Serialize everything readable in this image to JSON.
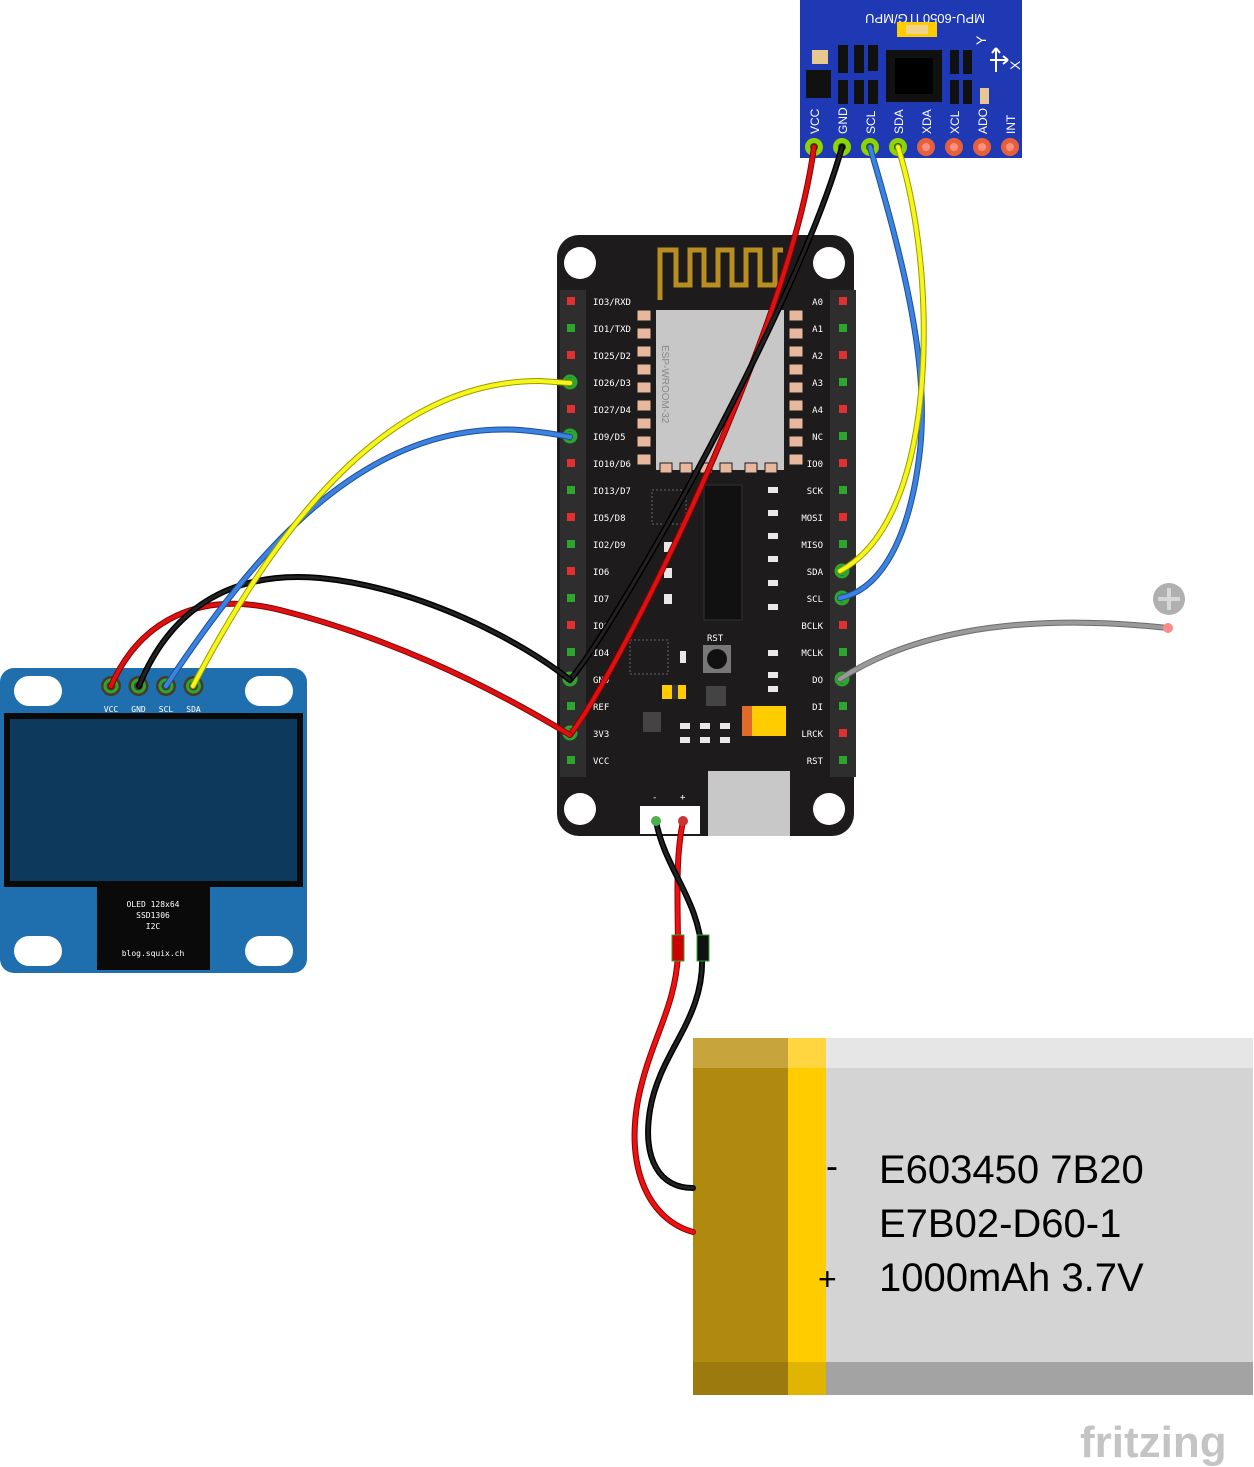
{
  "mpu": {
    "title": "MPU-6050 ITG/MPU",
    "pins": [
      "VCC",
      "GND",
      "SCL",
      "SDA",
      "XDA",
      "XCL",
      "ADO",
      "INT"
    ],
    "axis_y": "Y",
    "axis_x": "X"
  },
  "esp32": {
    "module_label": "ESP-WROOM-32",
    "left_pins": [
      "IO3/RXD",
      "IO1/TXD",
      "IO25/D2",
      "IO26/D3",
      "IO27/D4",
      "IO9/D5",
      "IO10/D6",
      "IO13/D7",
      "IO5/D8",
      "IO2/D9",
      "IO6",
      "IO7",
      "IO8",
      "IO4",
      "GND",
      "REF",
      "3V3",
      "VCC"
    ],
    "right_pins": [
      "A0",
      "A1",
      "A2",
      "A3",
      "A4",
      "NC",
      "IO0",
      "SCK",
      "MOSI",
      "MISO",
      "SDA",
      "SCL",
      "BCLK",
      "MCLK",
      "DO",
      "DI",
      "LRCK",
      "RST"
    ],
    "rst_label": "RST",
    "batt_minus": "-",
    "batt_plus": "+"
  },
  "oled": {
    "pins": [
      "VCC",
      "GND",
      "SCL",
      "SDA"
    ],
    "chip_line1": "OLED 128x64",
    "chip_line2": "SSD1306",
    "chip_line3": "I2C",
    "chip_line4": "blog.squix.ch"
  },
  "battery": {
    "minus": "-",
    "plus": "+",
    "line1": "E603450 7B20",
    "line2": "E7B02-D60-1",
    "line3": "1000mAh 3.7V"
  },
  "watermark": "fritzing",
  "colors": {
    "wire_red": "#cc0000",
    "wire_black": "#111111",
    "wire_blue": "#2f75d6",
    "wire_yellow": "#f2f20a",
    "wire_gray": "#8a8a8a",
    "mpu_board": "#1f39b5",
    "oled_board": "#1f6fae",
    "oled_screen": "#0d3a5c",
    "esp_board": "#1d1b1b",
    "battery_gold": "#b08a0e",
    "battery_yellow": "#ffcc00",
    "battery_gray": "#d4d4d4"
  }
}
